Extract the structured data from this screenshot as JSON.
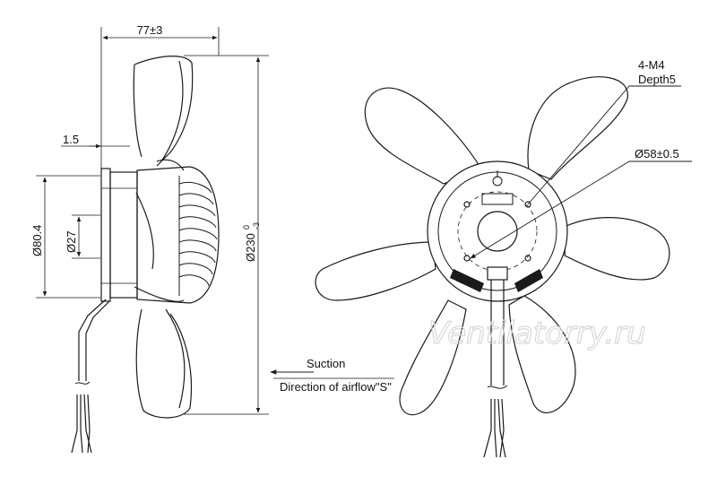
{
  "side_view": {
    "dims": {
      "depth": "77±3",
      "offset": "1.5",
      "motor_diameter": "Ø80.4",
      "shaft_diameter": "Ø27",
      "fan_diameter": "Ø230",
      "fan_diameter_tol_upper": "0",
      "fan_diameter_tol_lower": "-3"
    },
    "airflow": {
      "line1": "Suction",
      "line2": "Direction of airflow\"S\""
    }
  },
  "front_view": {
    "callouts": {
      "screw_line1": "4-M4",
      "screw_line2": "Depth5",
      "bolt_circle": "Ø58±0.5"
    }
  },
  "watermark": "Ventilatorry.ru",
  "colors": {
    "line": "#1a1a1a",
    "blade_fill": "#ffffff",
    "watermark": "#d8d8d8"
  }
}
